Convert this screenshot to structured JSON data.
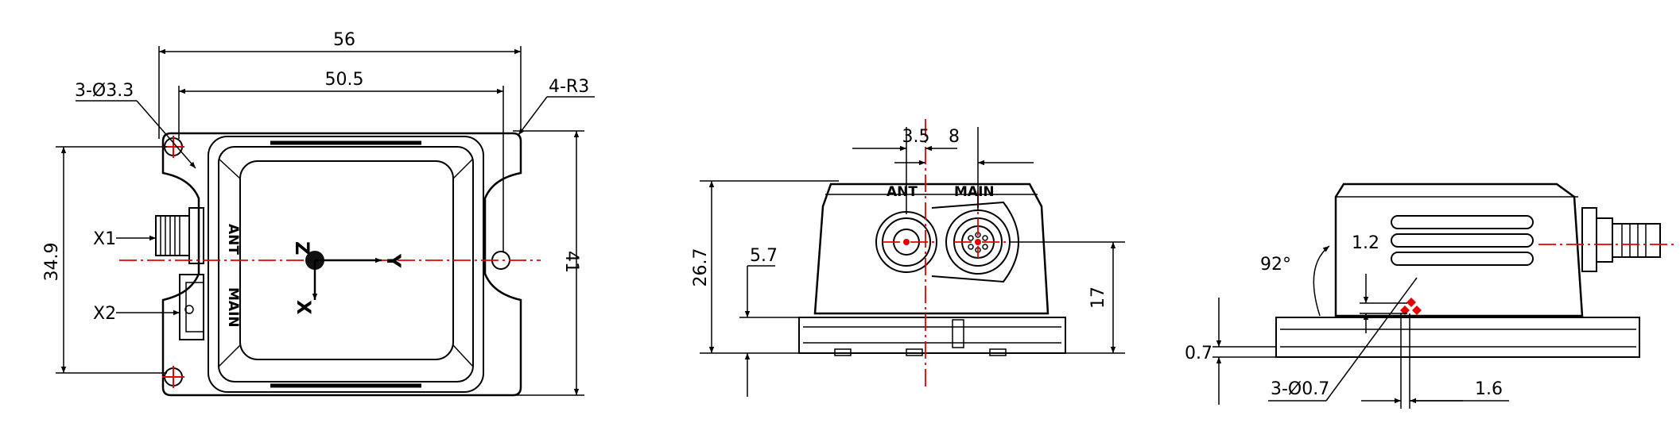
{
  "views": {
    "top": {
      "dim_width_outer": "56",
      "dim_width_holes": "50.5",
      "dim_height_holes": "34.9",
      "dim_height_outer": "41",
      "hole_callout": "3-Ø3.3",
      "radius_callout": "4-R3",
      "connector_x1": "X1",
      "connector_x2": "X2",
      "connector_ant": "ANT",
      "connector_main": "MAIN",
      "axis_z": "Z",
      "axis_x": "X",
      "axis_y": "Y"
    },
    "front": {
      "dim_ant_offset": "3.5",
      "dim_main_offset": "8",
      "dim_total_height": "26.7",
      "dim_base_height": "5.7",
      "dim_center_height": "17",
      "label_ant": "ANT",
      "label_main": "MAIN"
    },
    "side": {
      "angle": "92°",
      "dim_1_2": "1.2",
      "dim_0_7": "0.7",
      "pin_callout": "3-Ø0.7",
      "dim_1_6": "1.6"
    }
  },
  "colors": {
    "centerline": "#e60000",
    "line": "#000000"
  }
}
